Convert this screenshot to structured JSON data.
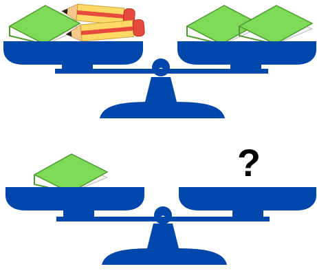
{
  "colors": {
    "scale": "#0047ab",
    "book_cover": "#7ed957",
    "book_cover_edge": "#4e9a2f",
    "book_pages": "#f2f2f2",
    "book_pages_line": "#bdbdbd",
    "pencil_body": "#ffd966",
    "pencil_stripe": "#e64a3c",
    "pencil_eraser": "#e64a3c",
    "pencil_wood": "#f6c98b",
    "pencil_lead": "#222222",
    "question": "#000000"
  },
  "scales": [
    {
      "left_pan": {
        "books": 1,
        "pencils": 2
      },
      "right_pan": {
        "books": 2,
        "pencils": 0
      }
    },
    {
      "left_pan": {
        "books": 1,
        "pencils": 0
      },
      "right_pan": {
        "unknown": true
      }
    }
  ],
  "question_mark": "?"
}
